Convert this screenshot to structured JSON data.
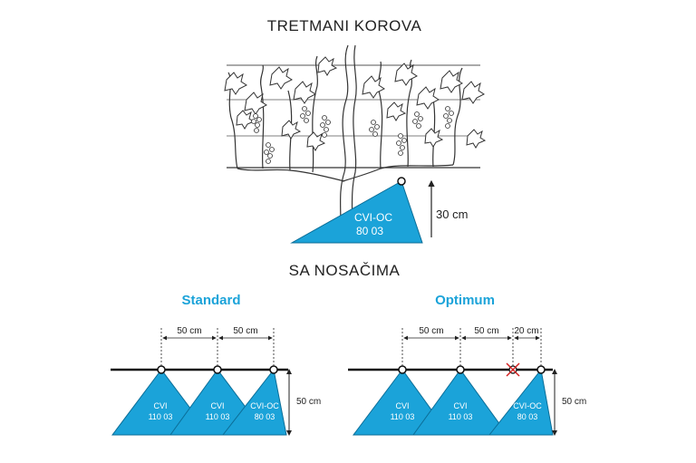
{
  "title_top": "TRETMANI KOROVA",
  "title_mid": "SA NOSAČIMA",
  "colors": {
    "spray": "#1ba3d9",
    "spray_stroke": "#0b6d97",
    "accent_text": "#1ba3d9",
    "line": "#111111"
  },
  "vine_section": {
    "nozzle_line1": "CVI-OC",
    "nozzle_line2": "80 03",
    "height_label": "30 cm"
  },
  "standard": {
    "label": "Standard",
    "spacing_labels": [
      "50 cm",
      "50 cm"
    ],
    "height_label": "50 cm",
    "nozzles": [
      {
        "line1": "CVI",
        "line2": "110 03"
      },
      {
        "line1": "CVI",
        "line2": "110 03"
      },
      {
        "line1": "CVI-OC",
        "line2": "80 03"
      }
    ]
  },
  "optimum": {
    "label": "Optimum",
    "spacing_labels": [
      "50 cm",
      "50 cm",
      "20 cm"
    ],
    "height_label": "50 cm",
    "nozzles": [
      {
        "line1": "CVI",
        "line2": "110 03"
      },
      {
        "line1": "CVI",
        "line2": "110 03"
      },
      {
        "line1": "CVI-OC",
        "line2": "80 03"
      }
    ]
  }
}
